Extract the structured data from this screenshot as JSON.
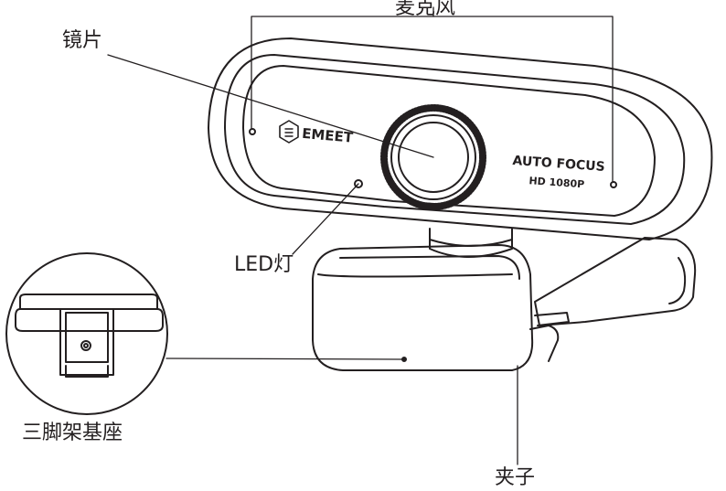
{
  "labels": {
    "microphone": "麦克风",
    "lens": "镜片",
    "led": "LED灯",
    "tripod_base": "三脚架基座",
    "clip": "夹子"
  },
  "device_text": {
    "brand": "EMEET",
    "autofocus": "AUTO FOCUS",
    "resolution": "HD 1080P"
  },
  "colors": {
    "line": "#231f20",
    "background": "#ffffff"
  }
}
